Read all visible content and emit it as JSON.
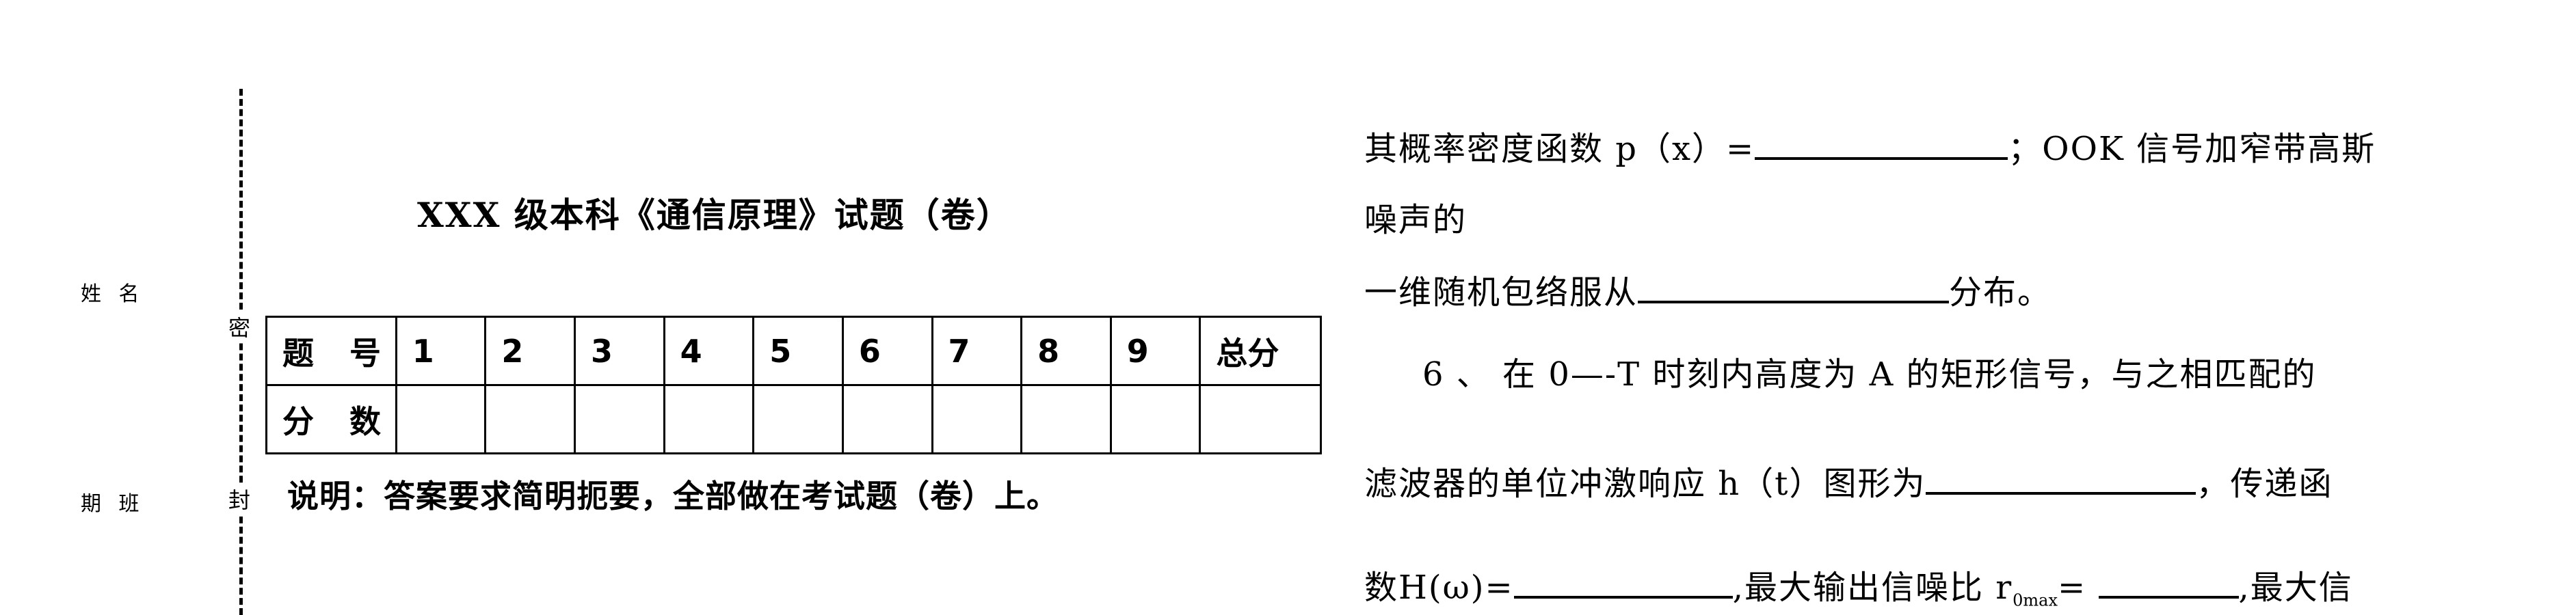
{
  "binding": {
    "name_label": "姓 名",
    "class_label": "期 班",
    "seal_1": "密",
    "seal_2": "封"
  },
  "exam": {
    "title": "XXX 级本科《通信原理》试题（卷）"
  },
  "score_table": {
    "header_label": "题 号",
    "question_numbers": [
      "1",
      "2",
      "3",
      "4",
      "5",
      "6",
      "7",
      "8",
      "9"
    ],
    "total_label": "总分",
    "score_row_label": "分 数"
  },
  "instructions": "说明：答案要求简明扼要，全部做在考试题（卷）上。",
  "questions": {
    "line1_a": "其概率密度函数 p（x）=",
    "line1_b": "；OOK 信号加窄带高斯",
    "line2": "噪声的",
    "line3_a": "一维随机包络服从",
    "line3_b": "分布。",
    "q6_line1": "6 、  在 0—-T 时刻内高度为 A 的矩形信号，与之相匹配的",
    "q6_line2_a": "滤波器的单位冲激响应 h（t）图形为",
    "q6_line2_b": "，传递函",
    "q6_line3_a": "数H(ω)=",
    "q6_line3_b": ",最大输出信噪比 r",
    "q6_line3_sub": "0max",
    "q6_line3_c": "=",
    "q6_line3_d": ",最大信"
  }
}
